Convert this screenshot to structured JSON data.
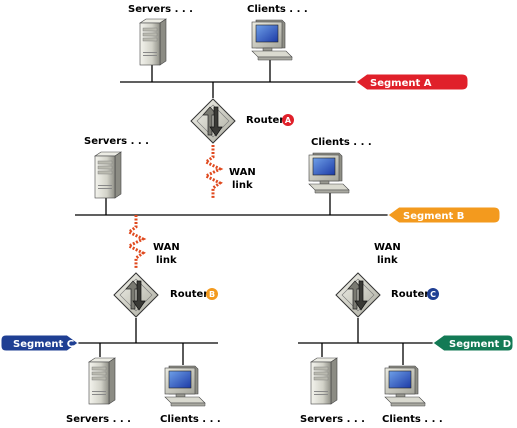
{
  "labels": {
    "servers_top": "Servers . . .",
    "clients_top": "Clients . . .",
    "servers_mid": "Servers . . .",
    "clients_mid": "Clients . . .",
    "servers_bl": "Servers . . .",
    "clients_bl": "Clients . . .",
    "servers_br": "Servers . . .",
    "clients_br": "Clients . . ."
  },
  "segments": {
    "a": {
      "label": "Segment A",
      "color": "#e0202a"
    },
    "b": {
      "label": "Segment B",
      "color": "#f39a1e"
    },
    "c": {
      "label": "Segment C",
      "color": "#1f3f93"
    },
    "d": {
      "label": "Segment D",
      "color": "#137a55"
    }
  },
  "routers": {
    "a": {
      "label": "Router",
      "badge": "A",
      "color": "#e0202a"
    },
    "b": {
      "label": "Router",
      "badge": "B",
      "color": "#f39a1e"
    },
    "c": {
      "label": "Router",
      "badge": "C",
      "color": "#1f3f93"
    }
  },
  "wan": {
    "one": {
      "line1": "WAN",
      "line2": "link"
    },
    "two": {
      "line1": "WAN",
      "line2": "link"
    },
    "three": {
      "line1": "WAN",
      "line2": "link"
    }
  }
}
